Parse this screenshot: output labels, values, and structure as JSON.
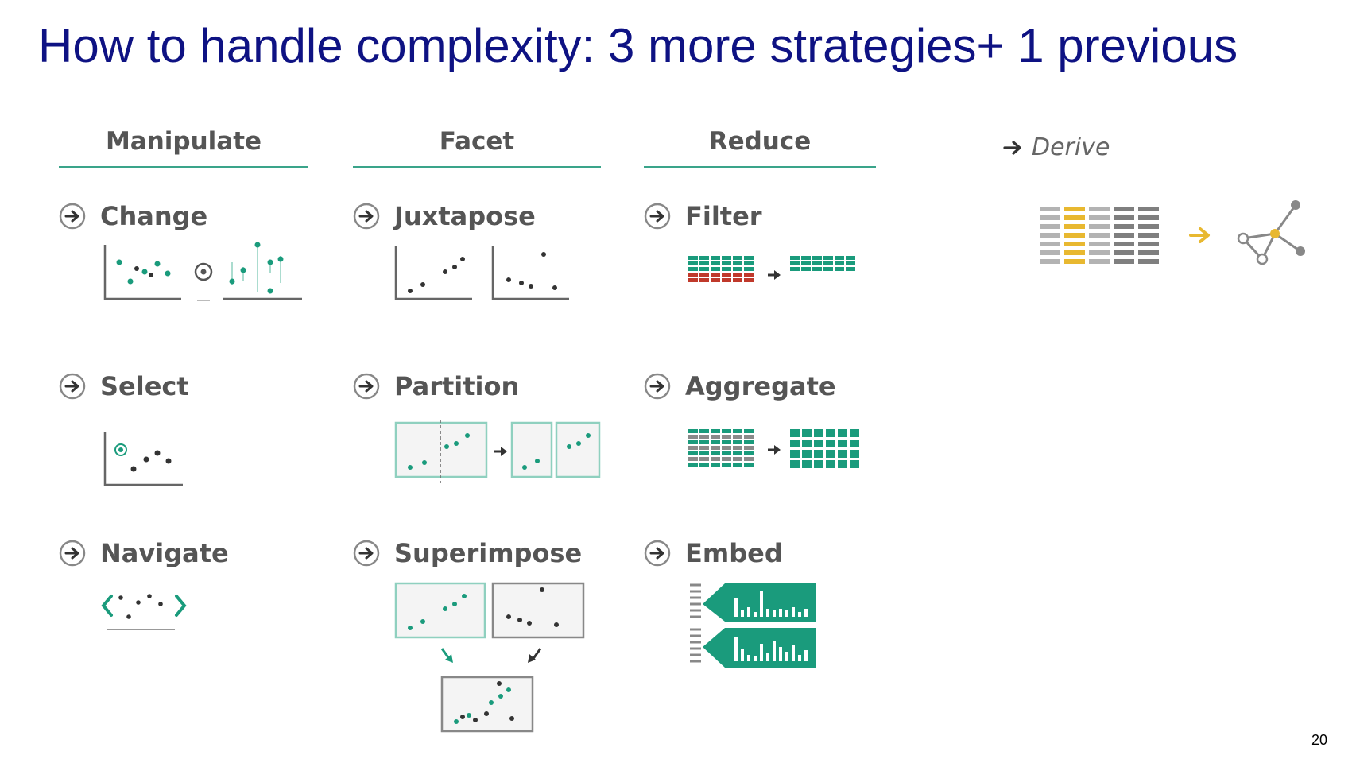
{
  "title": "How to handle complexity: 3 more strategies+ 1 previous",
  "page_number": "20",
  "columns": [
    {
      "heading": "Manipulate",
      "items": [
        "Change",
        "Select",
        "Navigate"
      ]
    },
    {
      "heading": "Facet",
      "items": [
        "Juxtapose",
        "Partition",
        "Superimpose"
      ]
    },
    {
      "heading": "Reduce",
      "items": [
        "Filter",
        "Aggregate",
        "Embed"
      ]
    }
  ],
  "derive": {
    "label": "Derive"
  },
  "colors": {
    "title": "#0e1283",
    "teal": "#1a9b7c",
    "text": "#555555",
    "red": "#c0392b",
    "gold": "#e8b830",
    "gray": "#999999"
  },
  "icons": {
    "bullet": "circle-arrow-right-icon",
    "derive": "arrow-right-icon"
  }
}
